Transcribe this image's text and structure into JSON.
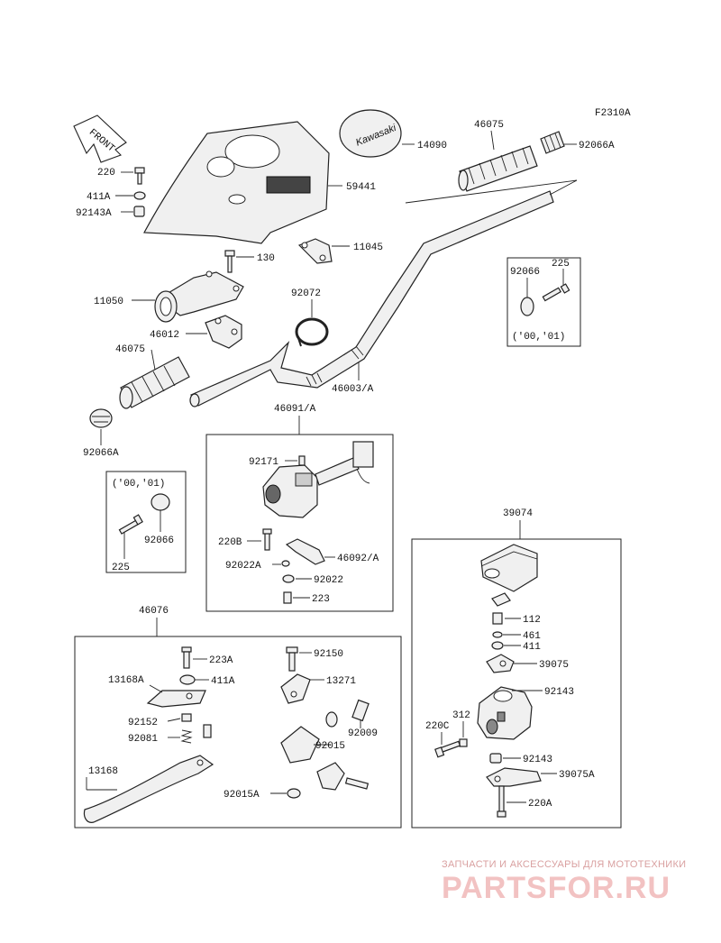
{
  "diagram_code": "F2310A",
  "front_label": "FRONT",
  "emblem_text": "Kawasaki",
  "labels": {
    "p220": "220",
    "p411a": "411A",
    "p92143a": "92143A",
    "p59441": "59441",
    "p14090": "14090",
    "p46075_top": "46075",
    "p92066a_top": "92066A",
    "p11045": "11045",
    "p130": "130",
    "p11050": "11050",
    "p92072": "92072",
    "p46012": "46012",
    "p46075_left": "46075",
    "p46003a": "46003/A",
    "p92066a_left": "92066A",
    "p92066_box1": "92066",
    "p225_box1": "225",
    "box1_years": "('00,'01)",
    "box2_years": "('00,'01)",
    "p92066_box2": "92066",
    "p225_box2": "225",
    "p46091a": "46091/A",
    "p92171": "92171",
    "p220b": "220B",
    "p46092a": "46092/A",
    "p92022a": "92022A",
    "p92022": "92022",
    "p223": "223",
    "p39074": "39074",
    "p112": "112",
    "p461": "461",
    "p411_r": "411",
    "p39075": "39075",
    "p92143_r1": "92143",
    "p312": "312",
    "p220c": "220C",
    "p92143_r2": "92143",
    "p39075a": "39075A",
    "p220a": "220A",
    "p46076": "46076",
    "p223a": "223A",
    "p92150": "92150",
    "p13168a": "13168A",
    "p411a_b": "411A",
    "p13271": "13271",
    "p92152": "92152",
    "p92009": "92009",
    "p92081": "92081",
    "p92015": "92015",
    "p13168": "13168",
    "p92015a": "92015A"
  },
  "watermark": {
    "tagline": "ЗАПЧАСТИ И АКСЕССУАРЫ ДЛЯ МОТОТЕХНИКИ",
    "logo": "PARTSFOR.RU"
  }
}
